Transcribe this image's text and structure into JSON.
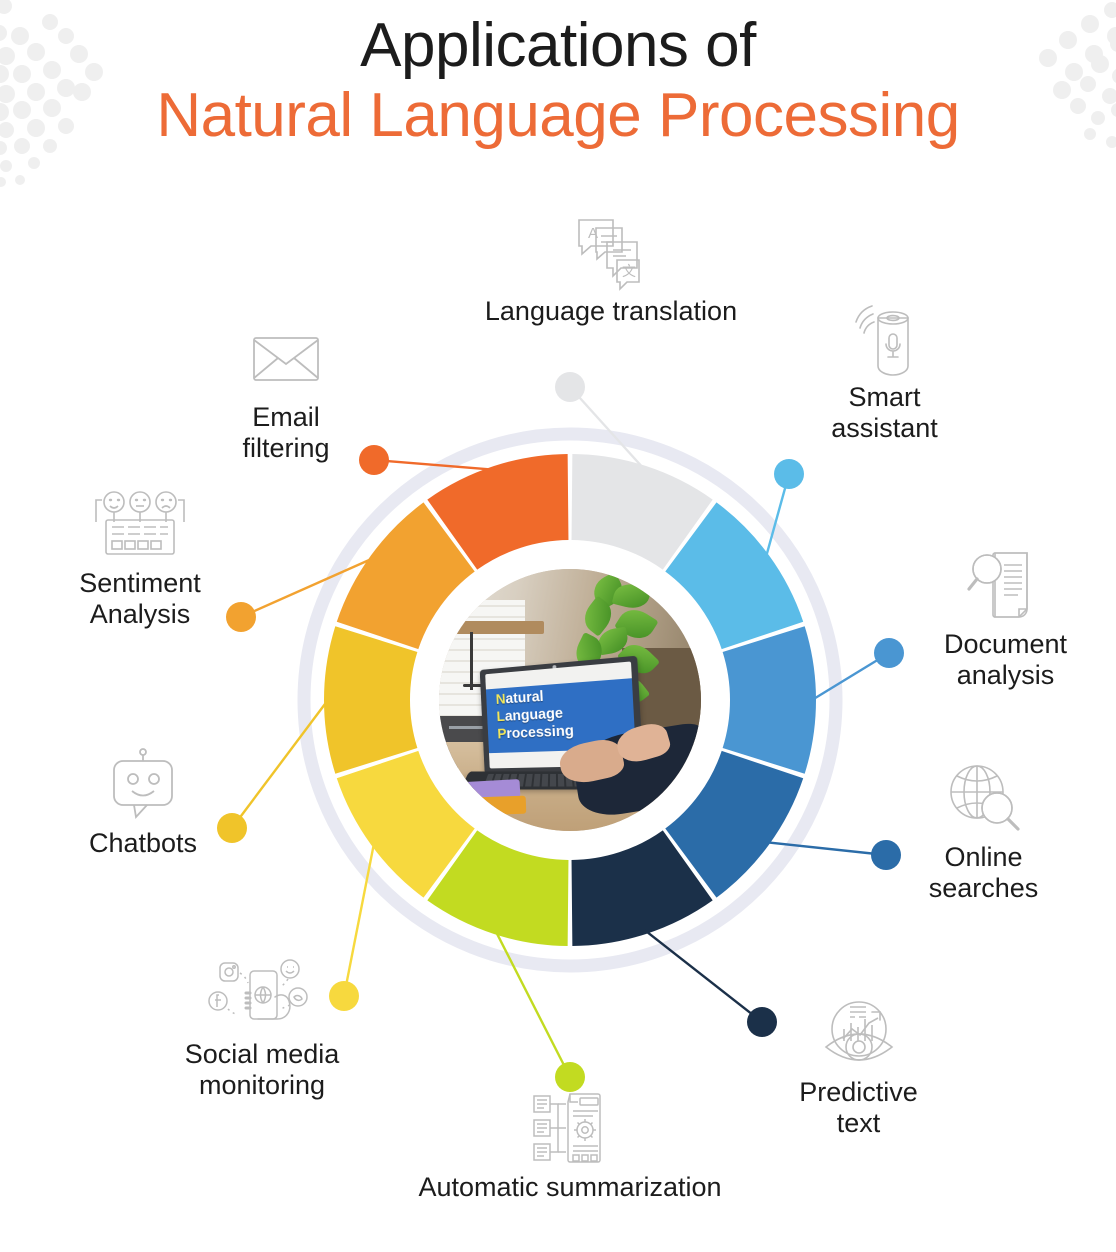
{
  "title": {
    "line1": "Applications of",
    "line2": "Natural Language Processing",
    "accent_color": "#ED6B37"
  },
  "center_image": {
    "description": "Photo of a person typing on a laptop at a wooden desk with a plant behind",
    "screen_lines": [
      "Natural",
      "Language",
      "Processing"
    ],
    "screen_bg_color": "#2F6FC4",
    "screen_highlight_color": "#F2E65A"
  },
  "wheel": {
    "segment_count": 10,
    "outer_ring_color": "#E8E9F2",
    "gap_color": "#FFFFFF"
  },
  "applications": [
    {
      "id": "language-translation",
      "label": "Language translation",
      "icon": "translate-icon",
      "color": "#E4E5E7",
      "segment_index": 0
    },
    {
      "id": "smart-assistant",
      "label": "Smart\nassistant",
      "icon": "smart-speaker-icon",
      "color": "#5BBCE8",
      "segment_index": 1
    },
    {
      "id": "document-analysis",
      "label": "Document\nanalysis",
      "icon": "document-search-icon",
      "color": "#4A96D2",
      "segment_index": 2
    },
    {
      "id": "online-searches",
      "label": "Online\nsearches",
      "icon": "globe-search-icon",
      "color": "#2B6CA8",
      "segment_index": 3
    },
    {
      "id": "predictive-text",
      "label": "Predictive\ntext",
      "icon": "eye-trend-icon",
      "color": "#1B3049",
      "segment_index": 4
    },
    {
      "id": "automatic-summarization",
      "label": "Automatic summarization",
      "icon": "document-gear-flow-icon",
      "color": "#C2DB21",
      "segment_index": 5
    },
    {
      "id": "social-media-monitoring",
      "label": "Social media\nmonitoring",
      "icon": "phone-social-icon",
      "color": "#F7D93E",
      "segment_index": 6
    },
    {
      "id": "chatbots",
      "label": "Chatbots",
      "icon": "robot-chat-icon",
      "color": "#F0C42A",
      "segment_index": 7
    },
    {
      "id": "sentiment-analysis",
      "label": "Sentiment\nAnalysis",
      "icon": "feedback-faces-icon",
      "color": "#F2A230",
      "segment_index": 8
    },
    {
      "id": "email-filtering",
      "label": "Email\nfiltering",
      "icon": "envelope-icon",
      "color": "#F06A2A",
      "segment_index": 9
    }
  ]
}
